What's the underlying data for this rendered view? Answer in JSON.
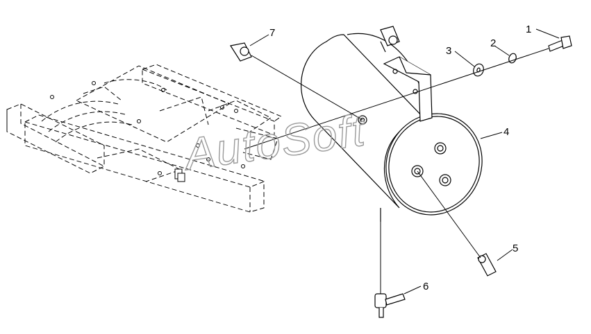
{
  "watermark": "AutoSoft",
  "callouts": [
    "1",
    "2",
    "3",
    "4",
    "5",
    "6",
    "7"
  ],
  "colors": {
    "line": "#000000",
    "tank_fill": "#ffffff",
    "watermark": "#9a9a9a"
  }
}
